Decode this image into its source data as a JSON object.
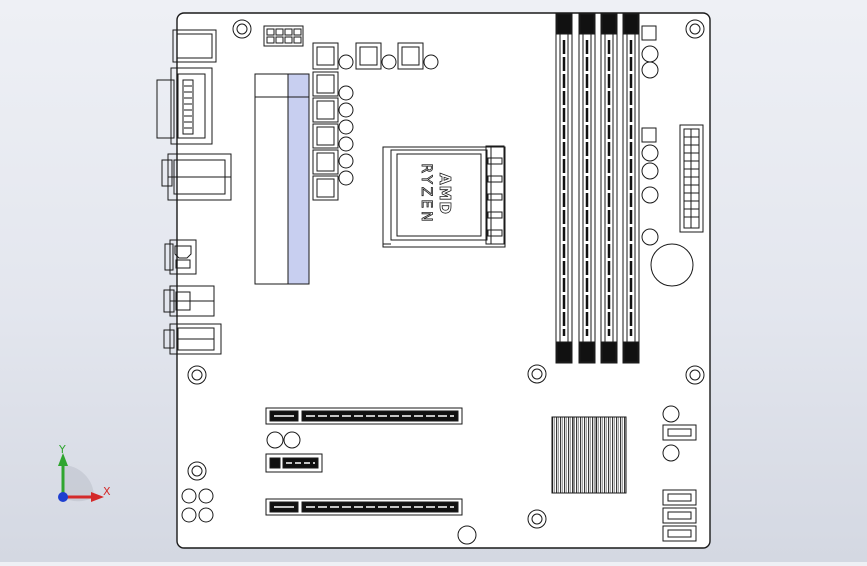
{
  "cpu": {
    "brand_text": "AMD",
    "line_text": "RYZEN"
  },
  "triad": {
    "y_label": "Y",
    "x_label": "X"
  },
  "colors": {
    "board": "#ffffff",
    "outline": "#1a1a1a",
    "vrm_heatsink_fill": "#c8cff0",
    "triad_y": "#2fa52f",
    "triad_x": "#d42a2a",
    "triad_origin": "#1e3fd0"
  }
}
